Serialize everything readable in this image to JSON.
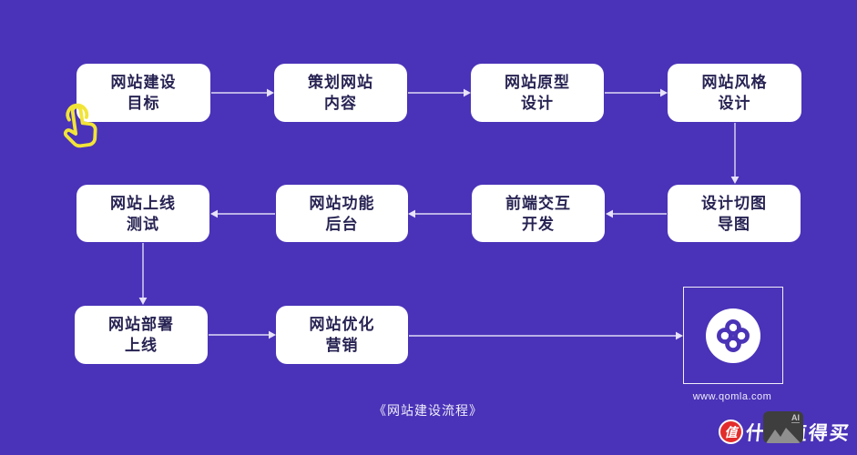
{
  "flowchart": {
    "caption": "《网站建设流程》",
    "nodes": [
      {
        "line1": "网站建设",
        "line2": "目标"
      },
      {
        "line1": "策划网站",
        "line2": "内容"
      },
      {
        "line1": "网站原型",
        "line2": "设计"
      },
      {
        "line1": "网站风格",
        "line2": "设计"
      },
      {
        "line1": "网站上线",
        "line2": "测试"
      },
      {
        "line1": "网站功能",
        "line2": "后台"
      },
      {
        "line1": "前端交互",
        "line2": "开发"
      },
      {
        "line1": "设计切图",
        "line2": "导图"
      },
      {
        "line1": "网站部署",
        "line2": "上线"
      },
      {
        "line1": "网站优化",
        "line2": "营销"
      }
    ]
  },
  "logo": {
    "url_text": "www.qomla.com"
  },
  "watermark": {
    "badge_char": "值",
    "brand_text": "什么值得买",
    "ai_label": "AI"
  },
  "colors": {
    "background": "#4A33B8",
    "node_background": "#FFFFFF",
    "node_text": "#272353",
    "connector": "#E0DBF5",
    "hand_cursor": "#F2E437",
    "logo_purple": "#4B33B7",
    "watermark_badge": "#E32C2C"
  }
}
